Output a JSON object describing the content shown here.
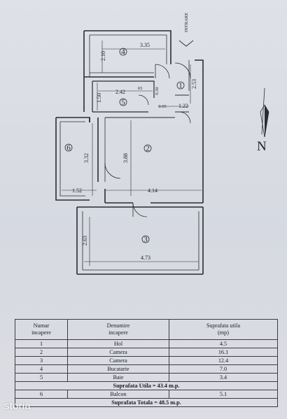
{
  "plan": {
    "entrance_label": "INTRARE",
    "north_label": "N",
    "rooms": [
      {
        "id": "4",
        "label": "4"
      },
      {
        "id": "1",
        "label": "1"
      },
      {
        "id": "5",
        "label": "5"
      },
      {
        "id": "2",
        "label": "2"
      },
      {
        "id": "6",
        "label": "6"
      },
      {
        "id": "3",
        "label": "3"
      }
    ],
    "dimensions": {
      "kitchen_width": "3.35",
      "kitchen_height": "2.10",
      "bath_width": "2.42",
      "bath_height": "1.50",
      "bath_small_a": "65",
      "bath_small_b": "0.30",
      "hall_width": "2.53",
      "hall_small": "0.95",
      "hall_small_b": "1.22",
      "room2_height": "3.88",
      "room2_width": "4.14",
      "balcony_height": "3.32",
      "balcony_width": "1.52",
      "room3_height": "2.63",
      "room3_width": "4.73"
    }
  },
  "table": {
    "headers": {
      "col1": [
        "Numar",
        "incapere"
      ],
      "col2": [
        "Denumire",
        "incapere"
      ],
      "col3": [
        "Suprafata utila",
        "(mp)"
      ]
    },
    "rows": [
      {
        "num": "1",
        "name": "Hol",
        "area": "4.5"
      },
      {
        "num": "2",
        "name": "Camera",
        "area": "16.1"
      },
      {
        "num": "3",
        "name": "Camera",
        "area": "12.4"
      },
      {
        "num": "4",
        "name": "Bucatarie",
        "area": "7.0"
      },
      {
        "num": "5",
        "name": "Baie",
        "area": "3.4"
      }
    ],
    "summary_useful": "Suprafata Utila = 43.4 m.p.",
    "balcony_row": {
      "num": "6",
      "name": "Balcon",
      "area": "5.1"
    },
    "summary_total": "Suprafata Totala = 48.5 m.p."
  },
  "watermark": "storia",
  "colors": {
    "ink": "#23252d",
    "paper": "#d8dbe2"
  }
}
